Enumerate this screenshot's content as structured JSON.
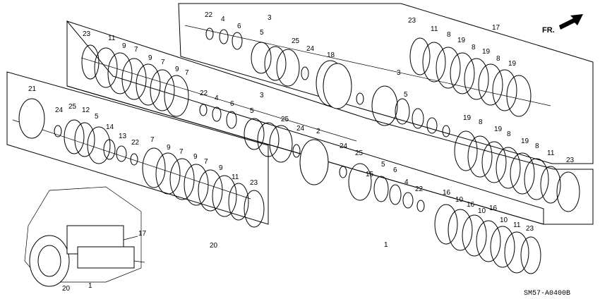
{
  "fr_label": "FR.",
  "diagram_code": "SM57-A0400B",
  "assemblies": [
    {
      "id": "a17",
      "label": "17"
    },
    {
      "id": "a20",
      "label": "20"
    },
    {
      "id": "a1",
      "label": "1"
    }
  ],
  "callouts": [
    "22",
    "4",
    "6",
    "3",
    "5",
    "25",
    "24",
    "18",
    "23",
    "11",
    "8",
    "19",
    "8",
    "19",
    "8",
    "19",
    "17",
    "23",
    "11",
    "9",
    "7",
    "9",
    "7",
    "9",
    "7",
    "22",
    "4",
    "6",
    "3",
    "5",
    "25",
    "24",
    "2",
    "24",
    "25",
    "5",
    "6",
    "4",
    "22",
    "3",
    "5",
    "19",
    "8",
    "19",
    "8",
    "19",
    "8",
    "11",
    "23",
    "21",
    "24",
    "25",
    "12",
    "5",
    "14",
    "13",
    "22",
    "7",
    "9",
    "7",
    "9",
    "7",
    "9",
    "11",
    "23",
    "20",
    "15",
    "16",
    "10",
    "16",
    "10",
    "16",
    "10",
    "11",
    "23",
    "17",
    "20",
    "1"
  ]
}
